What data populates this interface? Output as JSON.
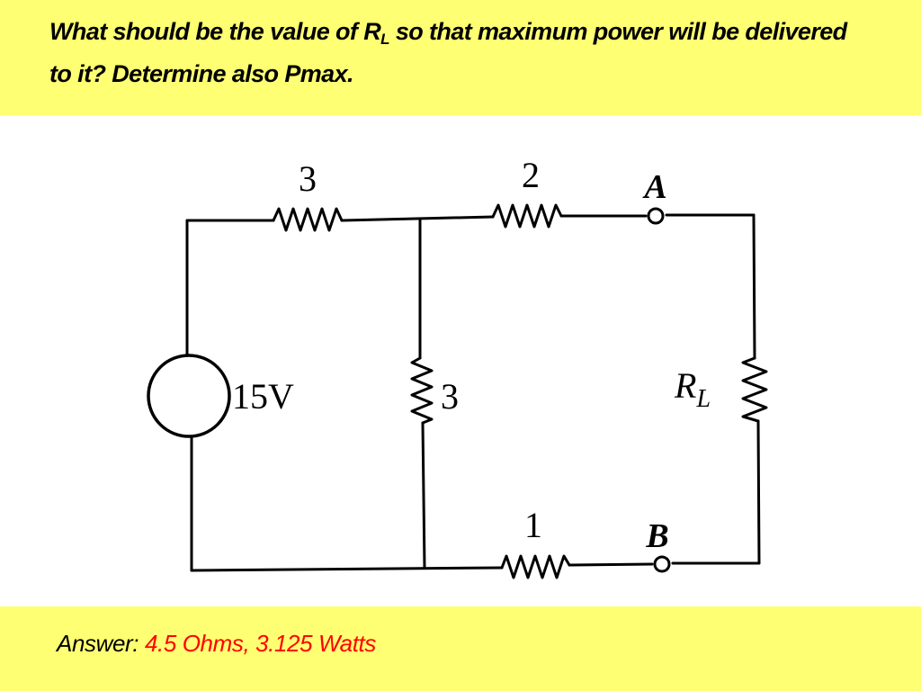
{
  "question": {
    "text_before": "What should be the value of R",
    "subscript": "L",
    "text_after": " so that maximum power will be delivered to it? Determine also Pmax."
  },
  "answer": {
    "label": "Answer:",
    "value": "4.5 Ohms, 3.125 Watts"
  },
  "circuit": {
    "source_label": "15V",
    "resistor_top_left_label": "3",
    "resistor_top_right_label": "2",
    "resistor_middle_label": "3",
    "resistor_bottom_label": "1",
    "load_label": "R",
    "load_subscript": "L",
    "terminal_a_label": "A",
    "terminal_b_label": "B"
  },
  "colors": {
    "band": "#ffff73",
    "answer_value": "#ff0000"
  }
}
